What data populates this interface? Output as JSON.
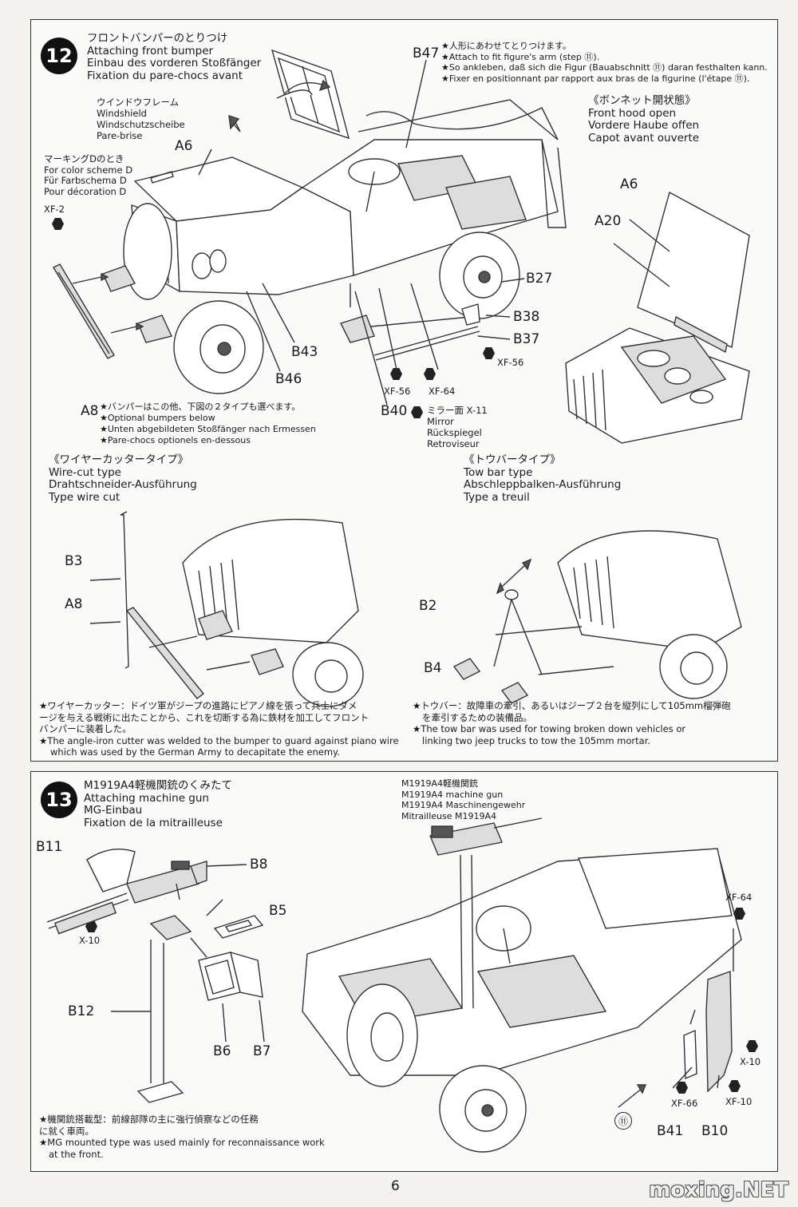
{
  "page_number": "6",
  "watermark": "moxing.NET",
  "step12": {
    "number": "12",
    "title_ja": "フロントバンパーのとりつけ",
    "title_en": "Attaching front bumper",
    "title_de": "Einbau des vorderen Stoßfänger",
    "title_fr": "Fixation du pare-chocs avant",
    "windshield": {
      "ja": "ウインドウフレーム",
      "en": "Windshield",
      "de": "Windschutzscheibe",
      "fr": "Pare-brise"
    },
    "marking": {
      "ja": "マーキングDのとき",
      "en": "For color scheme D",
      "de": "Für Farbschema D",
      "fr": "Pour décoration D"
    },
    "b47_note": {
      "ja": "★人形にあわせてとりつけます。",
      "en": "★Attach to fit figure's arm (step ⑪).",
      "de": "★So ankleben, daß sich die Figur (Bauabschnitt ⑪) daran festhalten kann.",
      "fr": "★Fixer en positionnant par rapport aux bras de la figurine (l'étape ⑪)."
    },
    "hood_open": {
      "ja": "《ボンネット開状態》",
      "en": "Front hood open",
      "de": "Vordere Haube offen",
      "fr": "Capot avant ouverte"
    },
    "bumper_note": {
      "ja": "★バンパーはこの他、下図の２タイプも選べます。",
      "en": "★Optional bumpers below",
      "de": "★Unten abgebildeten Stoßfänger nach Ermessen",
      "fr": "★Pare-chocs optionels en-dessous"
    },
    "mirror": {
      "ja": "ミラー面 X-11",
      "en": "Mirror",
      "de": "Rückspiegel",
      "fr": "Retroviseur"
    },
    "labels": {
      "a6": "A6",
      "xf2": "XF-2",
      "b47": "B47",
      "b27": "B27",
      "b38": "B38",
      "b37": "B37",
      "xf56a": "XF-56",
      "xf56b": "XF-56",
      "xf64": "XF-64",
      "b43": "B43",
      "b46": "B46",
      "a8": "A8",
      "b40": "B40",
      "a6b": "A6",
      "a20": "A20"
    },
    "wire": {
      "ja": "《ワイヤーカッタータイプ》",
      "en": "Wire-cut type",
      "de": "Drahtschneider-Ausführung",
      "fr": "Type wire cut",
      "b3": "B3",
      "a8": "A8"
    },
    "tow": {
      "ja": "《トウバータイプ》",
      "en": "Tow bar type",
      "de": "Abschleppbalken-Ausführung",
      "fr": "Type a treuil",
      "b2": "B2",
      "b4": "B4"
    },
    "wire_note_ja1": "★ワイヤーカッター：ドイツ軍がジープの進路にピアノ線を張って兵士にダメ",
    "wire_note_ja2": "ージを与える戦術に出たことから、これを切断する為に鉄材を加工してフロント",
    "wire_note_ja3": "バンパーに装着した。",
    "wire_note_en1": "★The angle-iron cutter was welded to the bumper to guard against piano wire",
    "wire_note_en2": "which was used by the German Army to decapitate the enemy.",
    "tow_note_ja1": "★トウバー：故障車の牽引、あるいはジープ２台を縦列にして105mm榴弾砲",
    "tow_note_ja2": "を牽引するための装備品。",
    "tow_note_en1": "★The tow bar was used for towing broken down vehicles or",
    "tow_note_en2": "linking two jeep trucks to tow the 105mm mortar."
  },
  "step13": {
    "number": "13",
    "title_ja": "M1919A4軽機関銃のくみたて",
    "title_en": "Attaching machine gun",
    "title_de": "MG-Einbau",
    "title_fr": "Fixation de la mitrailleuse",
    "gun": {
      "ja": "M1919A4軽機関銃",
      "en": "M1919A4 machine gun",
      "de": "M1919A4 Maschinengewehr",
      "fr": "Mitrailleuse M1919A4"
    },
    "labels": {
      "b11": "B11",
      "b8": "B8",
      "x10a": "X-10",
      "b5": "B5",
      "b12": "B12",
      "b6": "B6",
      "b7": "B7",
      "xf64": "XF-64",
      "x10b": "X-10",
      "xf66": "XF-66",
      "xf10": "XF-10",
      "b41": "B41",
      "b10": "B10",
      "step_ref": "⑪"
    },
    "note_ja1": "★機関銃搭載型：前線部隊の主に強行偵察などの任務",
    "note_ja2": "に就く車両。",
    "note_en1": "★MG mounted type was used mainly for reconnaissance work",
    "note_en2": "at the front."
  }
}
